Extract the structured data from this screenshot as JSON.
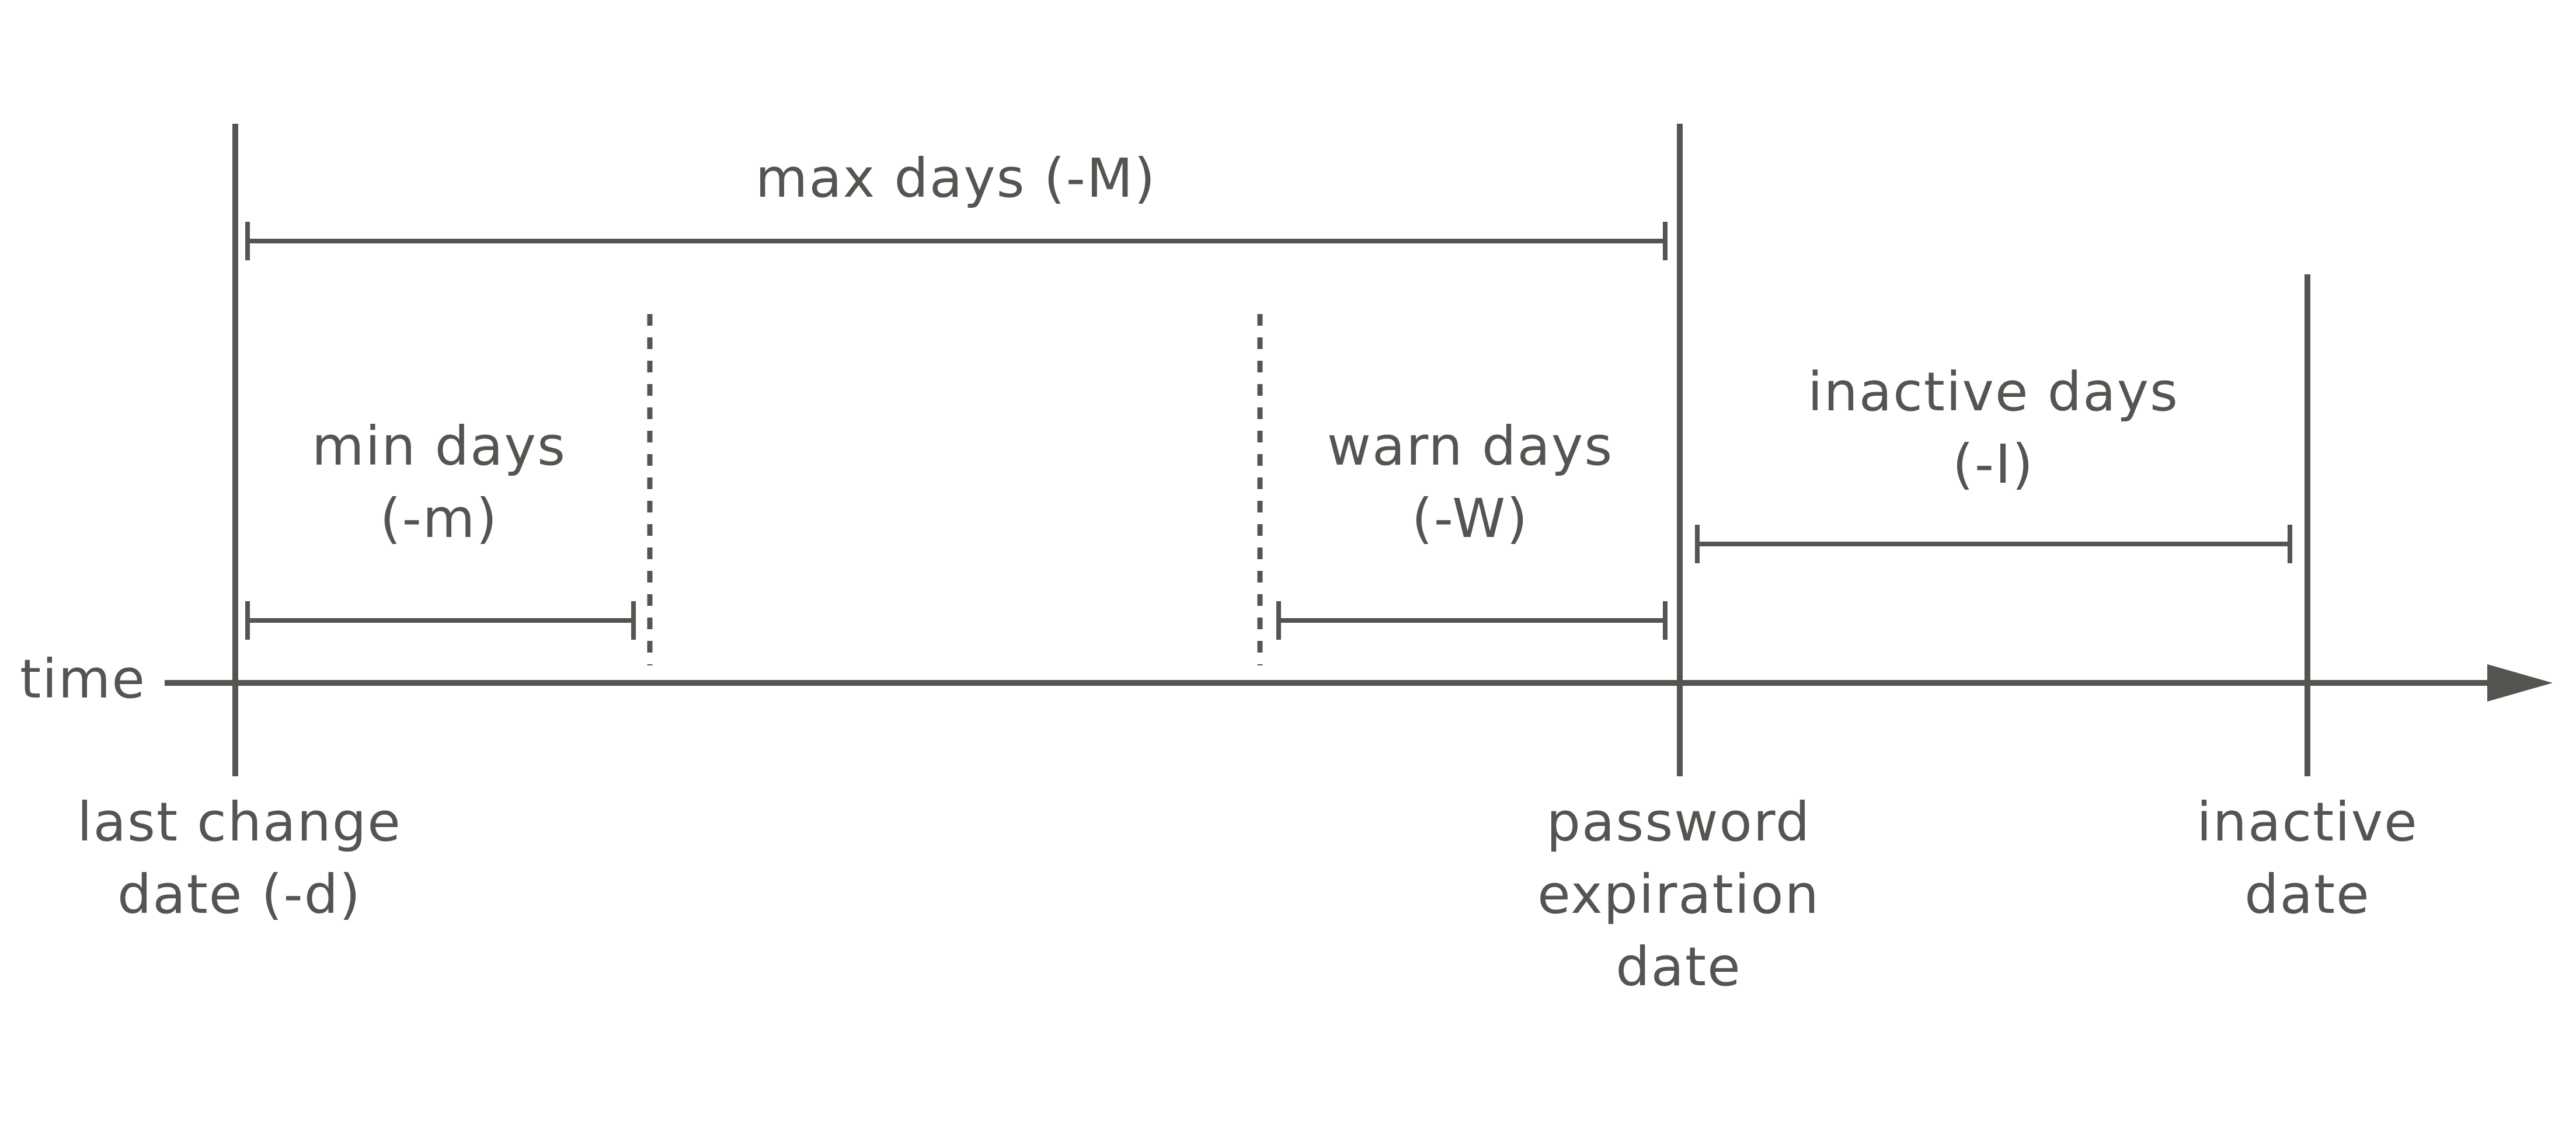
{
  "colors": {
    "ink": "#545550",
    "background": "#ffffff"
  },
  "axis": {
    "label": "time"
  },
  "markers": {
    "last_change": [
      "last change",
      "date (-d)"
    ],
    "password_expiration": [
      "password",
      "expiration",
      "date"
    ],
    "inactive": [
      "inactive",
      "date"
    ]
  },
  "spans": {
    "max_days": "max days (-M)",
    "min_days": [
      "min days",
      "(-m)"
    ],
    "warn_days": [
      "warn days",
      "(-W)"
    ],
    "inactive_days": [
      "inactive days",
      "(-I)"
    ]
  }
}
